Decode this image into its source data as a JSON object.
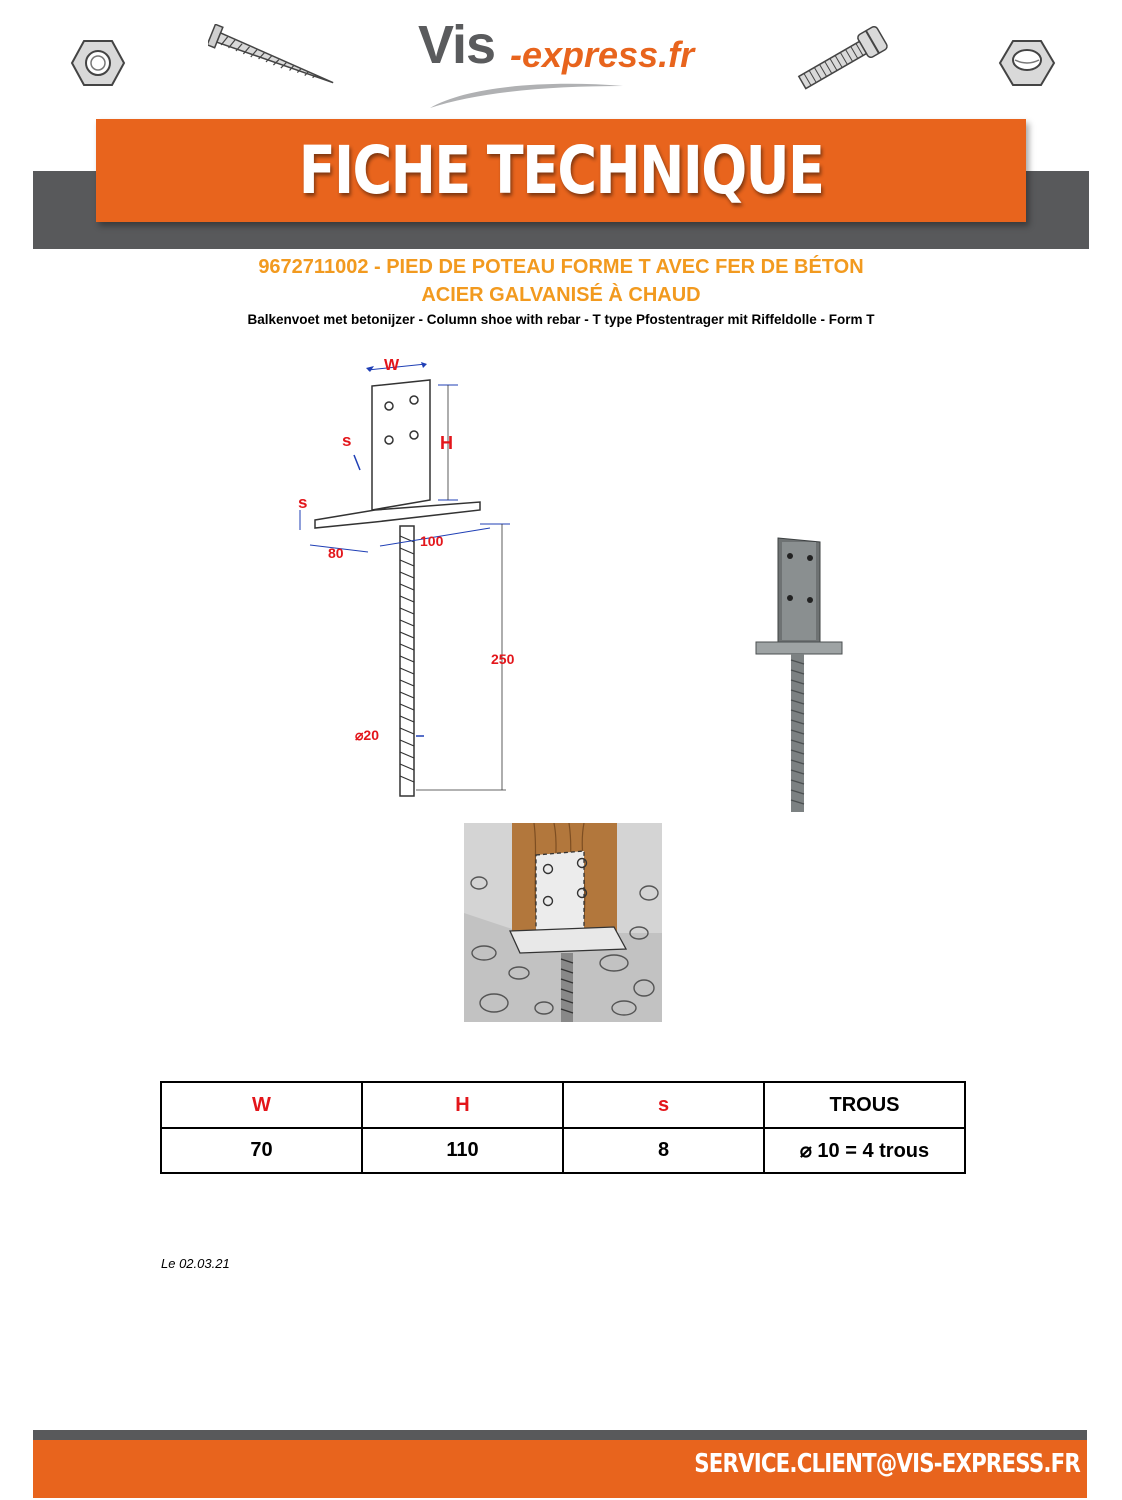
{
  "brand": {
    "part1": "Vis",
    "part2": "-express.fr"
  },
  "banner": {
    "title": "FICHE TECHNIQUE"
  },
  "product": {
    "title_line1": "9672711002 - PIED DE POTEAU FORME T AVEC FER DE BÉTON",
    "title_line2": "ACIER GALVANISÉ À CHAUD",
    "subtitle": "Balkenvoet met betonijzer - Column shoe with rebar - T type Pfostentrager mit Riffeldolle - Form T"
  },
  "diagram_labels": {
    "w": "W",
    "h": "H",
    "s_top": "s",
    "s_bottom": "s",
    "dim_80": "80",
    "dim_100": "100",
    "dim_250": "250",
    "dim_diam": "⌀20"
  },
  "table": {
    "headers": [
      "W",
      "H",
      "s",
      "TROUS"
    ],
    "values": [
      "70",
      "110",
      "8",
      "⌀ 10 = 4 trous"
    ]
  },
  "date": "Le 02.03.21",
  "footer": {
    "email": "SERVICE.CLIENT@VIS-EXPRESS.FR"
  },
  "colors": {
    "orange": "#e8641d",
    "gray": "#58595b",
    "title": "#f29a1f",
    "label_red": "#e3161b"
  }
}
